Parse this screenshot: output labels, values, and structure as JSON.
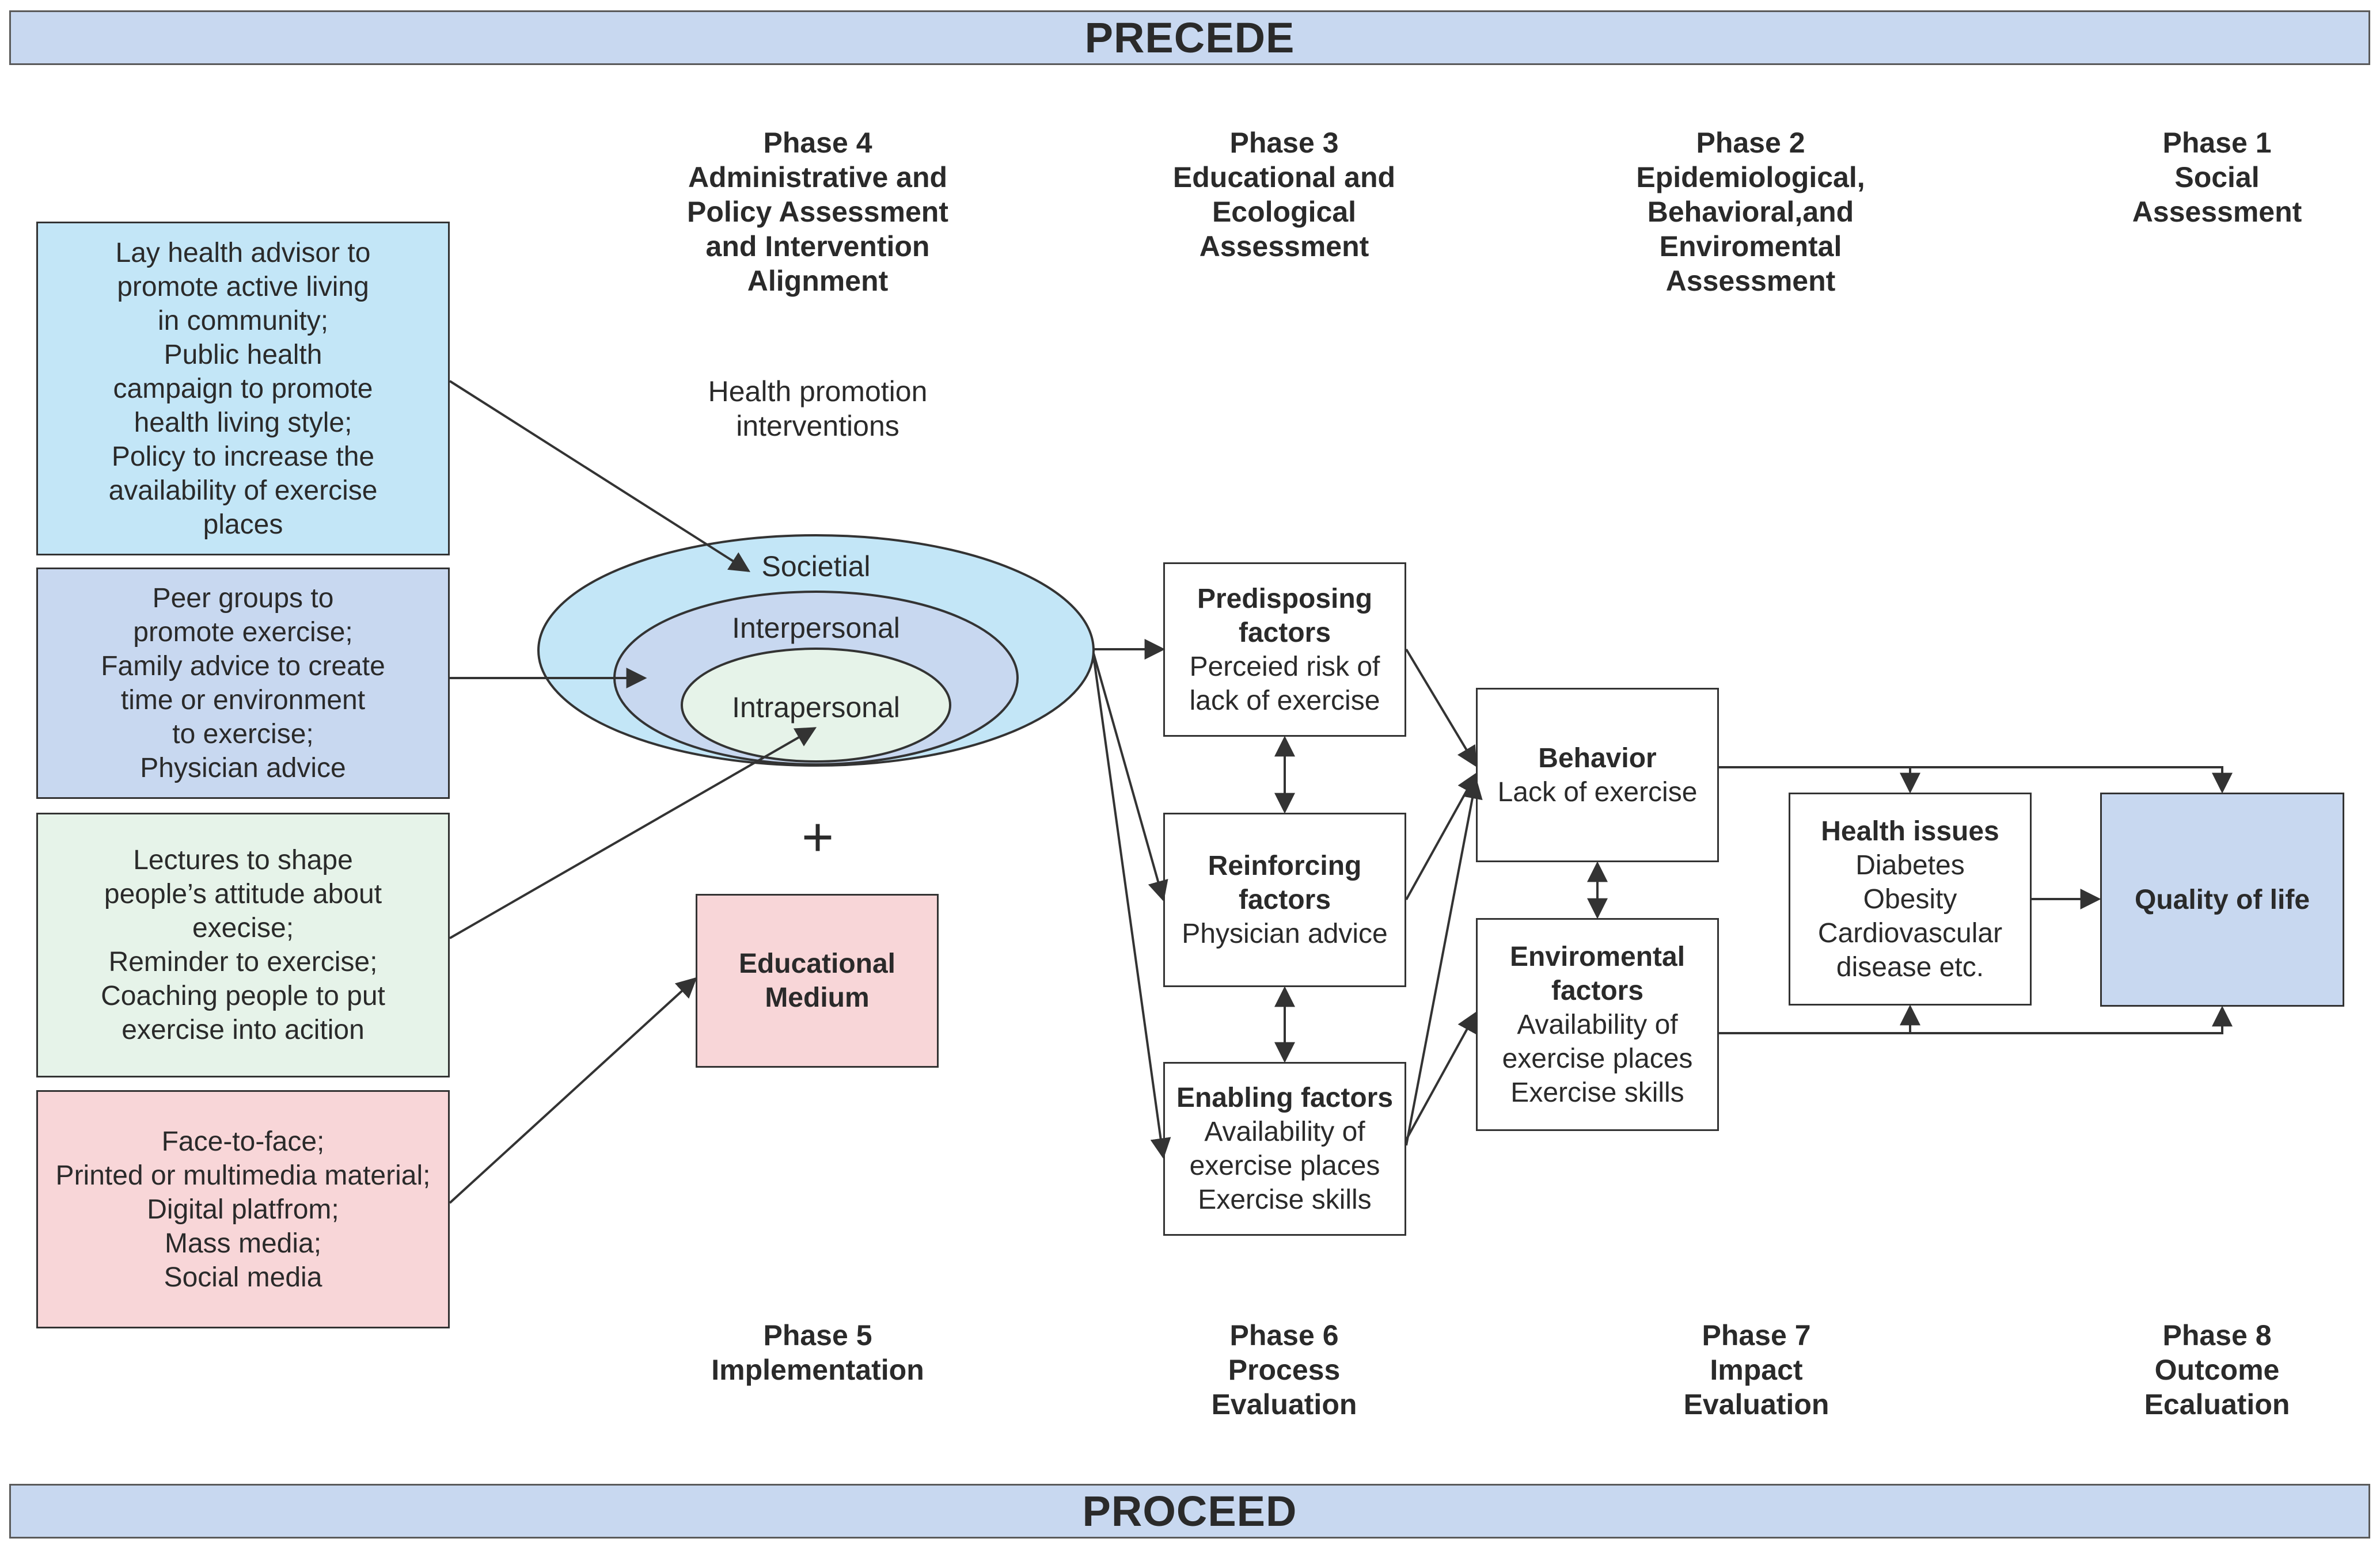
{
  "banners": {
    "top": "PRECEDE",
    "bottom": "PROCEED"
  },
  "phases_top": [
    {
      "num": "Phase 4",
      "desc": "Administrative and\nPolicy Assessment\nand Intervention\nAlignment"
    },
    {
      "num": "Phase 3",
      "desc": "Educational and\nEcological\nAssessment"
    },
    {
      "num": "Phase 2",
      "desc": "Epidemiological,\nBehavioral,and\nEnviromental\nAssessment"
    },
    {
      "num": "Phase 1",
      "desc": "Social\nAssessment"
    }
  ],
  "phases_bottom": [
    {
      "num": "Phase 5",
      "desc": "Implementation"
    },
    {
      "num": "Phase 6",
      "desc": "Process\nEvaluation"
    },
    {
      "num": "Phase 7",
      "desc": "Impact\nEvaluation"
    },
    {
      "num": "Phase 8",
      "desc": "Outcome\nEcaluation"
    }
  ],
  "interventions_label": "Health promotion\ninterventions",
  "left_boxes": [
    {
      "text": "Lay health advisor to\npromote active living\nin community;\nPublic health\ncampaign to promote\nhealth living style;\nPolicy to increase the\navailability of exercise\nplaces",
      "color": "#c3e6f7"
    },
    {
      "text": "Peer groups to\npromote exercise;\nFamily advice to create\ntime or environment\nto exercise;\nPhysician advice",
      "color": "#c8d8f0"
    },
    {
      "text": "Lectures to shape\npeople’s attitude about\nexecise;\nReminder to exercise;\nCoaching people to put\nexercise into acition",
      "color": "#e6f3e9"
    },
    {
      "text": "Face-to-face;\nPrinted or multimedia material;\nDigital platfrom;\nMass media;\nSocial media",
      "color": "#f8d6d8"
    }
  ],
  "ellipses": {
    "societal": "Societial",
    "interpersonal": "Interpersonal",
    "intrapersonal": "Intrapersonal"
  },
  "plus": "+",
  "educational_medium": {
    "text": "Educational\nMedium",
    "color": "#f8d6d8"
  },
  "factors": {
    "predisposing": {
      "title": "Predisposing\nfactors",
      "body": "Perceied risk of\nlack of exercise"
    },
    "reinforcing": {
      "title": "Reinforcing\nfactors",
      "body": "Physician advice"
    },
    "enabling": {
      "title": "Enabling factors",
      "body": "Availability of\nexercise places\nExercise skills"
    }
  },
  "behavior": {
    "title": "Behavior",
    "body": "Lack of exercise"
  },
  "environmental": {
    "title": "Enviromental\nfactors",
    "body": "Availability of\nexercise places\nExercise skills"
  },
  "health_issues": {
    "title": "Health issues",
    "body": "Diabetes\nObesity\nCardiovascular\ndisease etc."
  },
  "quality_of_life": {
    "text": "Quality of life",
    "color": "#c8d8f0"
  },
  "colors": {
    "banner": "#c8d8f0",
    "societal": "#c3e6f7",
    "interpersonal": "#c8d8f0",
    "intrapersonal": "#e6f3e9"
  }
}
